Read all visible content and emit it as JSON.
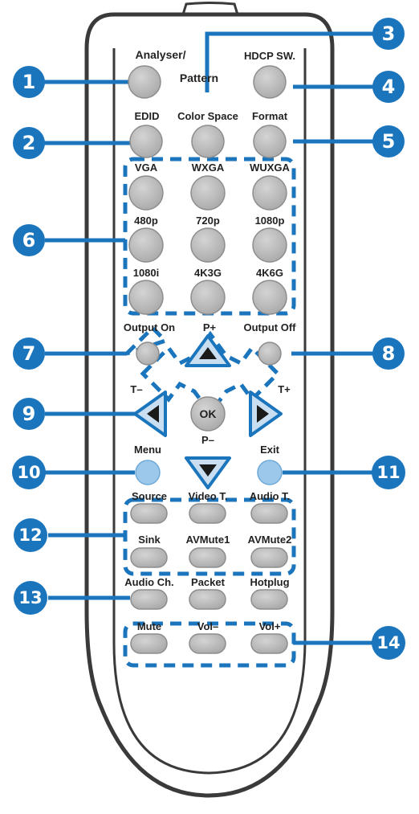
{
  "remote": {
    "labels": {
      "analyser": "Analyser/",
      "pattern": "Pattern",
      "hdcp_sw": "HDCP SW.",
      "edid": "EDID",
      "color_space": "Color Space",
      "format": "Format",
      "vga": "VGA",
      "wxga": "WXGA",
      "wuxga": "WUXGA",
      "p480": "480p",
      "p720": "720p",
      "p1080": "1080p",
      "i1080": "1080i",
      "k4_3g": "4K3G",
      "k4_6g": "4K6G",
      "output_on": "Output On",
      "p_plus": "P+",
      "output_off": "Output Off",
      "t_minus": "T–",
      "t_plus": "T+",
      "ok": "OK",
      "p_minus": "P–",
      "menu": "Menu",
      "exit": "Exit",
      "source": "Source",
      "video_t": "Video T.",
      "audio_t": "Audio T.",
      "sink": "Sink",
      "avmute1": "AVMute1",
      "avmute2": "AVMute2",
      "audio_ch": "Audio Ch.",
      "packet": "Packet",
      "hotplug": "Hotplug",
      "mute": "Mute",
      "vol_minus": "Vol–",
      "vol_plus": "Vol+"
    }
  },
  "callouts": [
    "1",
    "2",
    "3",
    "4",
    "5",
    "6",
    "7",
    "8",
    "9",
    "10",
    "11",
    "12",
    "13",
    "14"
  ],
  "colors": {
    "accent": "#1b75bc",
    "button_gray": "#b9b9b9",
    "arrow_blue": "#c9def1",
    "light_blue_button": "#9cc8ec",
    "body_outline": "#3a3a3a"
  }
}
